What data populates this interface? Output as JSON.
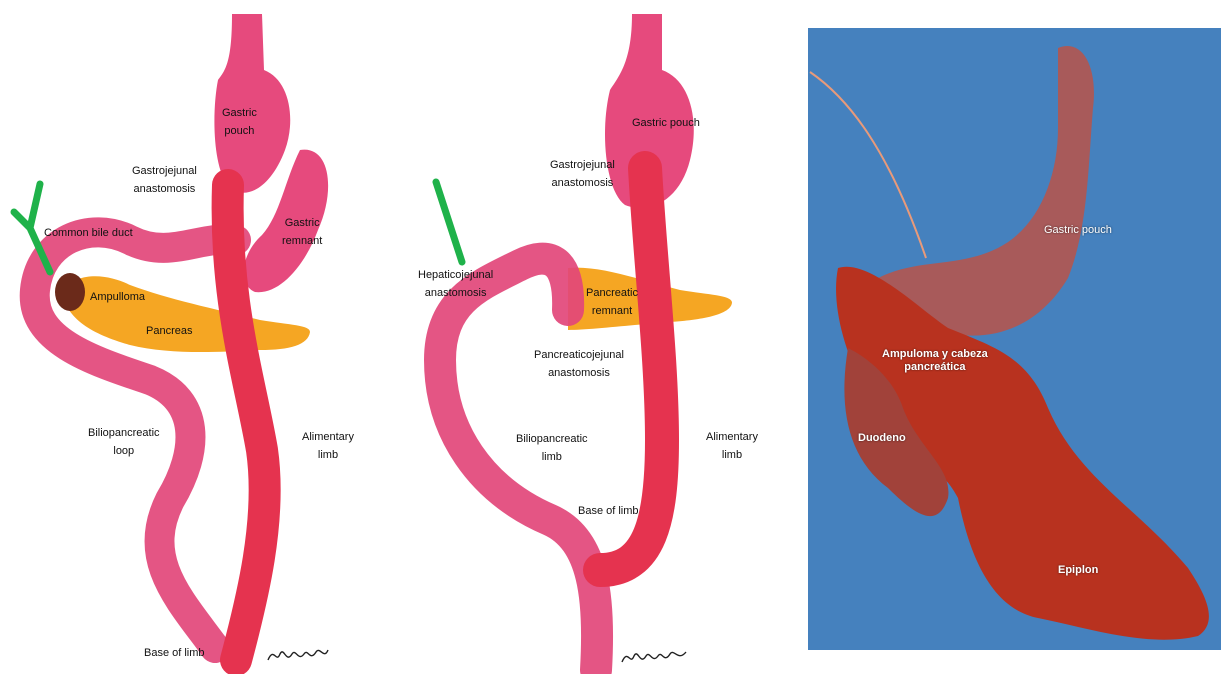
{
  "colors": {
    "pink_limb": "#e2477a",
    "red_limb": "#e5334f",
    "gastric": "#e64a7d",
    "pancreas": "#f5a623",
    "bile_duct": "#1fb24a",
    "ampulloma": "#6b2a1a",
    "drape_blue": "#4a86c2",
    "tissue_red": "#b8321f"
  },
  "panel_a": {
    "labels": {
      "gastric_pouch": "Gastric\npouch",
      "gastrojejunal": "Gastrojejunal\nanastomosis",
      "gastric_remnant": "Gastric\nremnant",
      "common_bile_duct": "Common bile duct",
      "ampulloma": "Ampulloma",
      "pancreas": "Pancreas",
      "biliopancreatic_loop": "Biliopancreatic\nloop",
      "alimentary_limb": "Alimentary\nlimb",
      "base_of_limb": "Base of limb"
    }
  },
  "panel_b": {
    "labels": {
      "gastric_pouch": "Gastric pouch",
      "gastrojejunal": "Gastrojejunal\nanastomosis",
      "hepaticojejunal": "Hepaticojejunal\nanastomosis",
      "pancreatic_remnant": "Pancreatic\nremnant",
      "pancreaticojejunal": "Pancreaticojejunal\nanastomosis",
      "biliopancreatic_limb": "Biliopancreatic\nlimb",
      "alimentary_limb": "Alimentary\nlimb",
      "base_of_limb": "Base of limb"
    }
  },
  "panel_c": {
    "labels": {
      "gastric_pouch": "Gastric pouch",
      "ampuloma": "Ampuloma y cabeza\npancreática",
      "duodeno": "Duodeno",
      "epiplon": "Epiplon"
    }
  }
}
